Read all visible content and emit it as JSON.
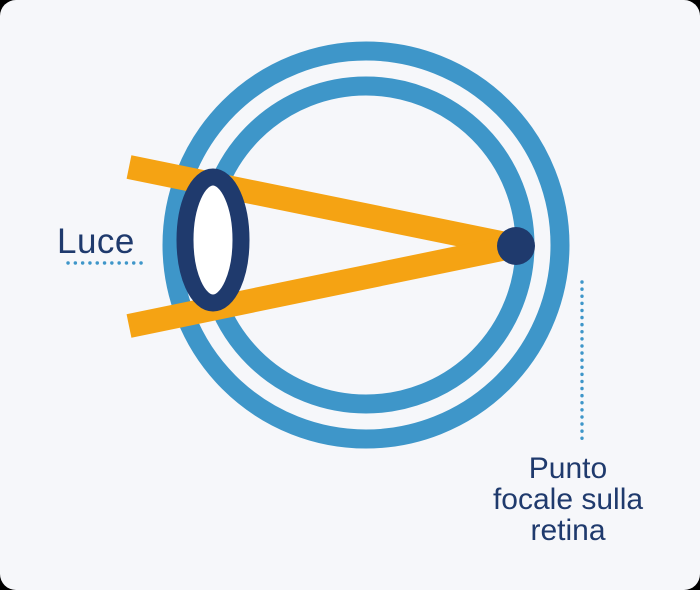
{
  "scene": {
    "description": "Illustration of an eye cross-section with light rays converging to a focal point on the retina",
    "background_color": "#f6f7fa",
    "corner_backdrop_color": "#000000"
  },
  "labels": {
    "light": "Luce",
    "focal_point_full": "Punto focale sulla retina",
    "focal_point_lines": [
      "Punto",
      "focale sulla",
      "retina"
    ]
  },
  "colors": {
    "eye_ring_blue": "#3e96c9",
    "dotted_leader_blue": "#3e96c9",
    "navy": "#1f3a6d",
    "ray_orange": "#f5a313",
    "lens_fill": "#ffffff",
    "background": "#f6f7fa"
  }
}
